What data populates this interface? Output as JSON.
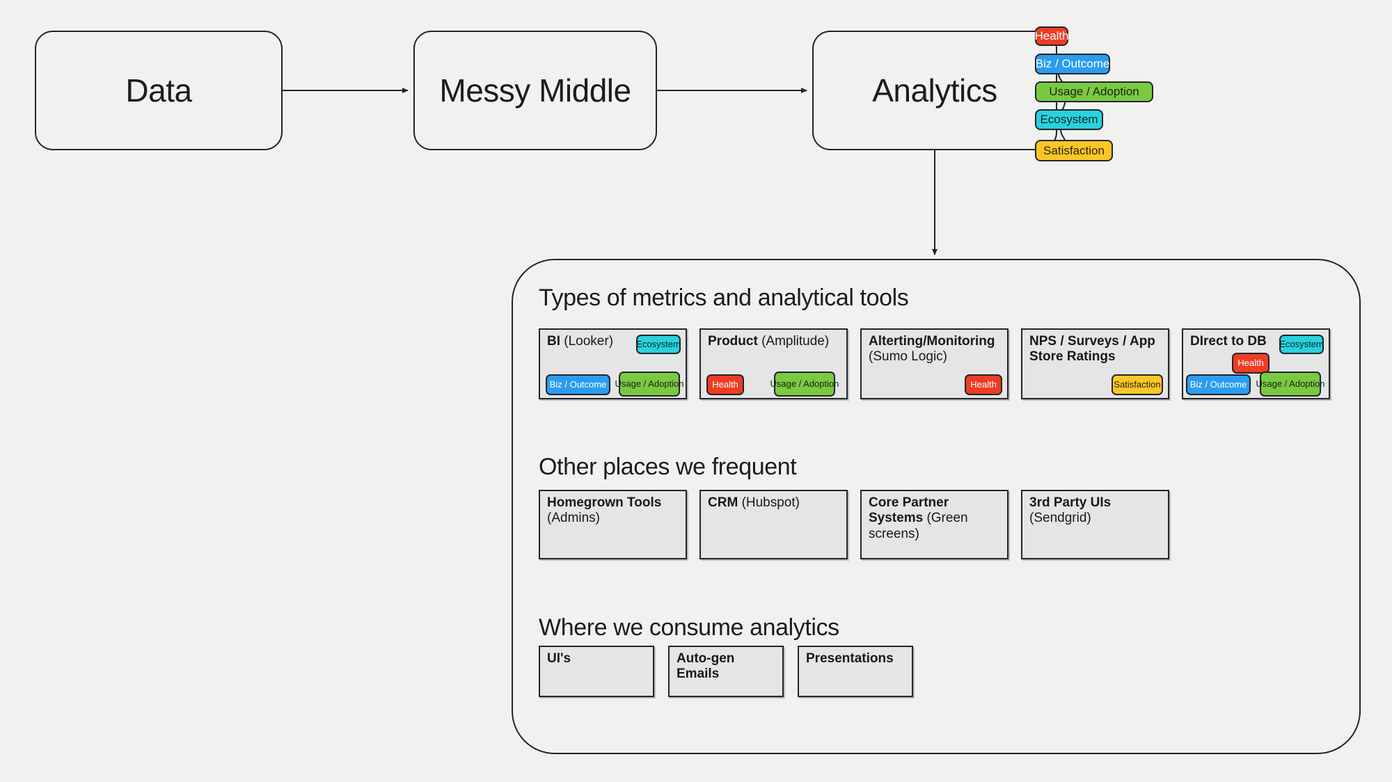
{
  "flow": {
    "nodes": [
      {
        "id": "data",
        "label": "Data"
      },
      {
        "id": "messy",
        "label": "Messy Middle"
      },
      {
        "id": "analytics",
        "label": "Analytics"
      }
    ]
  },
  "metric_tags": [
    {
      "key": "health",
      "label": "Health",
      "color": "#ee3d24",
      "text_color": "#ffffff"
    },
    {
      "key": "biz",
      "label": "Biz / Outcome",
      "color": "#2b9cf0",
      "text_color": "#ffffff"
    },
    {
      "key": "usage",
      "label": "Usage / Adoption",
      "color": "#7ac943",
      "text_color": "#17240c"
    },
    {
      "key": "ecosystem",
      "label": "Ecosystem",
      "color": "#29d2dc",
      "text_color": "#07272a"
    },
    {
      "key": "satisfaction",
      "label": "Satisfaction",
      "color": "#fcc726",
      "text_color": "#2a2005"
    }
  ],
  "panel": {
    "sections": [
      {
        "title": "Types of metrics and analytical tools",
        "cards": [
          {
            "name": "BI",
            "detail": "(Looker)",
            "tags": [
              "Ecosystem",
              "Biz / Outcome",
              "Usage / Adoption"
            ]
          },
          {
            "name": "Product",
            "detail": "(Amplitude)",
            "tags": [
              "Health",
              "Usage / Adoption"
            ]
          },
          {
            "name": "Alterting/Monitoring",
            "detail": "(Sumo Logic)",
            "tags": [
              "Health"
            ]
          },
          {
            "name": "NPS / Surveys / App Store Ratings",
            "detail": "",
            "tags": [
              "Satisfaction"
            ]
          },
          {
            "name": "DIrect to DB",
            "detail": "",
            "tags": [
              "Ecosystem",
              "Health",
              "Biz / Outcome",
              "Usage / Adoption"
            ]
          }
        ]
      },
      {
        "title": "Other places we frequent",
        "cards": [
          {
            "name": "Homegrown Tools",
            "detail": "(Admins)",
            "tags": []
          },
          {
            "name": "CRM",
            "detail": "(Hubspot)",
            "tags": []
          },
          {
            "name": "Core Partner Systems",
            "detail": "(Green screens)",
            "tags": []
          },
          {
            "name": "3rd Party UIs",
            "detail": "(Sendgrid)",
            "tags": []
          }
        ]
      },
      {
        "title": "Where we consume analytics",
        "cards": [
          {
            "name": "UI's",
            "detail": "",
            "tags": []
          },
          {
            "name": "Auto-gen Emails",
            "detail": "",
            "tags": []
          },
          {
            "name": "Presentations",
            "detail": "",
            "tags": []
          }
        ]
      }
    ]
  },
  "theme": {
    "background": "#f1f1f0",
    "card_background": "#e5e5e5",
    "stroke": "#22242a"
  }
}
